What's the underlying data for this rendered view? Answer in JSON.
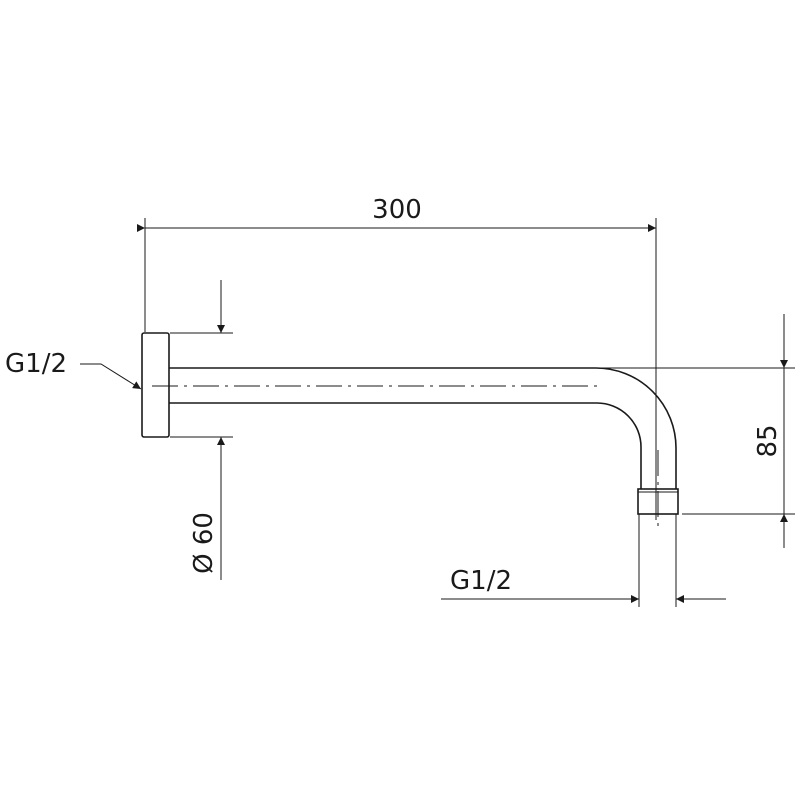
{
  "drawing": {
    "dim_length": "300",
    "dim_height": "85",
    "dim_diameter": "Ø 60",
    "thread_inlet": "G1/2",
    "thread_outlet": "G1/2"
  },
  "colors": {
    "line": "#1a1a1a",
    "background": "#ffffff"
  }
}
